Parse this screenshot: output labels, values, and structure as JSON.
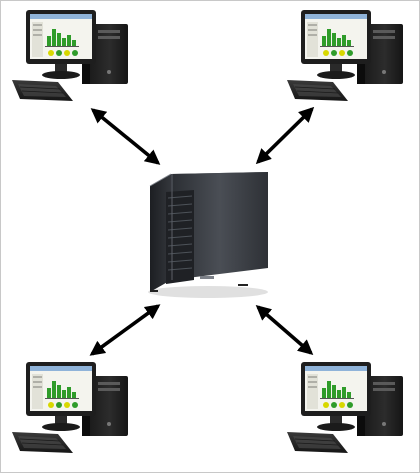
{
  "diagram": {
    "nodes": [
      {
        "id": "server",
        "kind": "server-tower"
      },
      {
        "id": "client-top-left",
        "kind": "workstation"
      },
      {
        "id": "client-top-right",
        "kind": "workstation"
      },
      {
        "id": "client-bottom-left",
        "kind": "workstation"
      },
      {
        "id": "client-bottom-right",
        "kind": "workstation"
      }
    ],
    "edges": [
      {
        "from": "client-top-left",
        "to": "server",
        "direction": "both"
      },
      {
        "from": "client-top-right",
        "to": "server",
        "direction": "both"
      },
      {
        "from": "client-bottom-left",
        "to": "server",
        "direction": "both"
      },
      {
        "from": "client-bottom-right",
        "to": "server",
        "direction": "both"
      }
    ]
  },
  "colors": {
    "background": "#ffffff",
    "frame": "#c8c8c8",
    "arrow": "#000000",
    "server_body": "#3a3d42",
    "monitor_bezel": "#1e1e1e",
    "screen_panel": "#f4f4ee",
    "chart_bars": "#2f9c2a",
    "gauge": "#d8d800"
  },
  "icons": {
    "server": "server-tower-icon",
    "workstation": "desktop-computer-icon",
    "connector": "double-headed-arrow-icon"
  }
}
